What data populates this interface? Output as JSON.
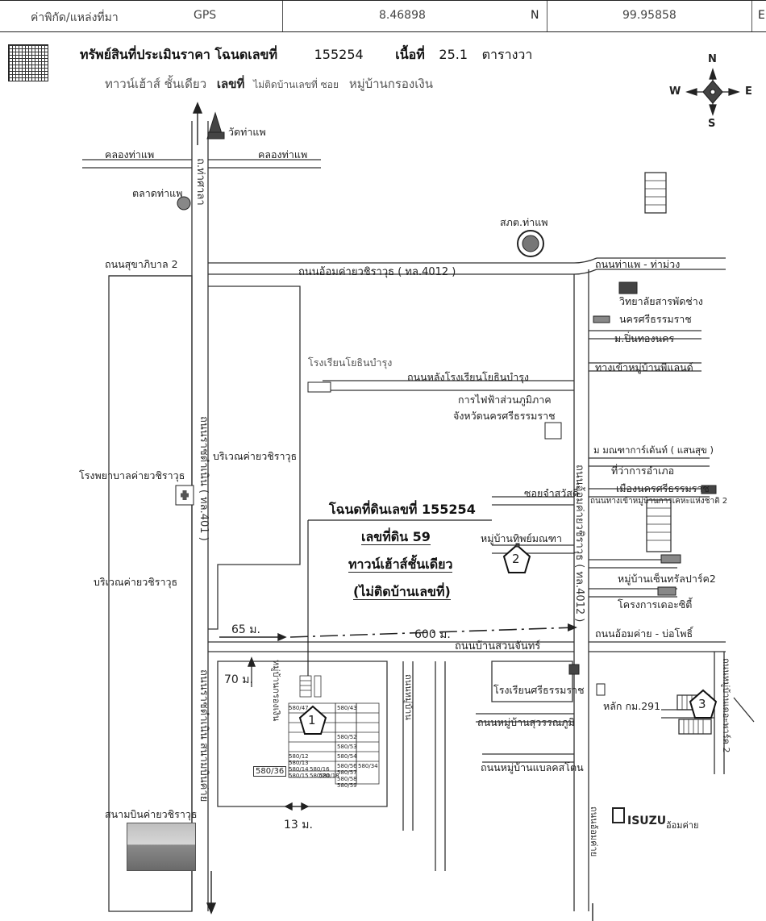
{
  "header": {
    "coord_label": "ค่าพิกัด/แหล่งที่มา",
    "source": "GPS",
    "lat": "8.46898",
    "lat_dir": "N",
    "lng": "99.95858",
    "lng_dir": "E"
  },
  "title": {
    "asset_label": "ทรัพย์สินที่ประเมินราคา โฉนดเลขที่",
    "deed_no": "155254",
    "area_label": "เนื้อที่",
    "area_value": "25.1",
    "area_unit": "ตารางวา",
    "type": "ทาวน์เฮ้าส์ ชั้นเดียว",
    "no_label": "เลขที่",
    "no_value": "ไม่ติดบ้านเลขที่ ซอย",
    "village": "หมู่บ้านกรองเงิน"
  },
  "compass": {
    "n": "N",
    "s": "S",
    "e": "E",
    "w": "W"
  },
  "callout": {
    "line1": "โฉนดที่ดินเลขที่ 155254",
    "line2": "เลขที่ดิน 59",
    "line3": "ทาวน์เฮ้าส์ชั้นเดียว",
    "line4": "(ไม่ติดบ้านเลขที่)"
  },
  "places": {
    "wat": "วัดท่าแพ",
    "canal_1": "คลองท่าแพ",
    "canal_2": "คลองท่าแพ",
    "market": "ตลาดท่าแพ",
    "police": "สภต.ท่าแพ",
    "rd_sukhapiban": "ถนนสุขาภิบาล 2",
    "rd_om_khai": "ถนนอ้อมค่ายวชิราวุธ ( ทล.4012 )",
    "rd_tha_phae": "ถนนท่าแพ - ท่าม่วง",
    "college_1": "วิทยาลัยสารพัดช่าง",
    "college_2": "นครศรีธรรมราช",
    "village_pin": "ม.ปิ่นทองนคร",
    "rd_pee_land": "ทางเข้าหมู่บ้านพีแลนด์",
    "school_yothin": "โรงเรียนโยธินบำรุง",
    "rd_yothin": "ถนนหลังโรงเรียนโยธินบำรุง",
    "pea_1": "การไฟฟ้าส่วนภูมิภาค",
    "pea_2": "จังหวัดนครศรีธรรมราช",
    "mandala": "ม มณฑาการ์เด้นท์ ( แสนสุข )",
    "district_1": "ที่ว่าการอำเภอ",
    "district_2": "เมืองนครศรีธรรมราช",
    "rd_district": "ถนนทางเข้าหมู่บ้านการเคหะแห่งชาติ 2",
    "soi_jamsat": "ซอยจำสวัสดิ์",
    "village_thip": "หมู่บ้านทิพย์มณฑา",
    "hospital": "โรงพยาบาลค่ายวชิราวุธ",
    "camp_area_1": "บริเวณค่ายวชิราวุธ",
    "camp_area_2": "บริเวณค่ายวชิราวุธ",
    "village_central": "หมู่บ้านเซ็นทรัลปาร์ค2",
    "project_city": "โครงการเดอะซิตี้",
    "rd_om_bo": "ถนนอ้อมค่าย - บ่อโพธิ์",
    "dist_65": "65 ม.",
    "dist_600": "600 ม.",
    "dist_70": "70 ม.",
    "dist_13": "13 ม.",
    "rd_suan_chan": "ถนนบ้านสวนจันทร์",
    "school_sri": "โรงเรียนศรีธรรมราช",
    "km_stone": "หลัก กม.291",
    "rd_suwannaphum": "ถนนหมู่บ้านสุวรรณภูมิ",
    "rd_bankstone": "ถนนหมู่บ้านแบลคสโตน",
    "isuzu": "ISUZU",
    "isuzu_branch": "อ้อมค่าย",
    "airport": "สนามบินค่ายวชิราวุธ",
    "rd_ratchadamnoen": "ถนนราชดำเนิน ( ทล.401 )",
    "rd_om_khai_v": "ถนนอ้อมค่ายวชิราวุธ ( ทล.4012 )",
    "rd_airport_v": "ถนนราชดำเนิน สนามบินค่าย",
    "rd_thalad_v": "ถ.ท่าศาลา",
    "rd_karn_v": "ถนนหมู่บ้านเดอะพาร์ค 2",
    "rd_krong_v": "หมู่บ้านกรองเงิน",
    "rd_suan_v": "ถนนหมู่บ้าน",
    "rd_soi_v": "ถนนอ้อมค่าย"
  },
  "markers": [
    "1",
    "2",
    "3"
  ],
  "lot_labels": [
    "580/47",
    "580/43",
    "580/52",
    "580/53",
    "580/54",
    "580/56",
    "580/57",
    "580/58",
    "580/59",
    "580/34",
    "580/36",
    "580/12",
    "580/13",
    "580/14",
    "580/15",
    "580/16",
    "580/20",
    "580/18"
  ]
}
